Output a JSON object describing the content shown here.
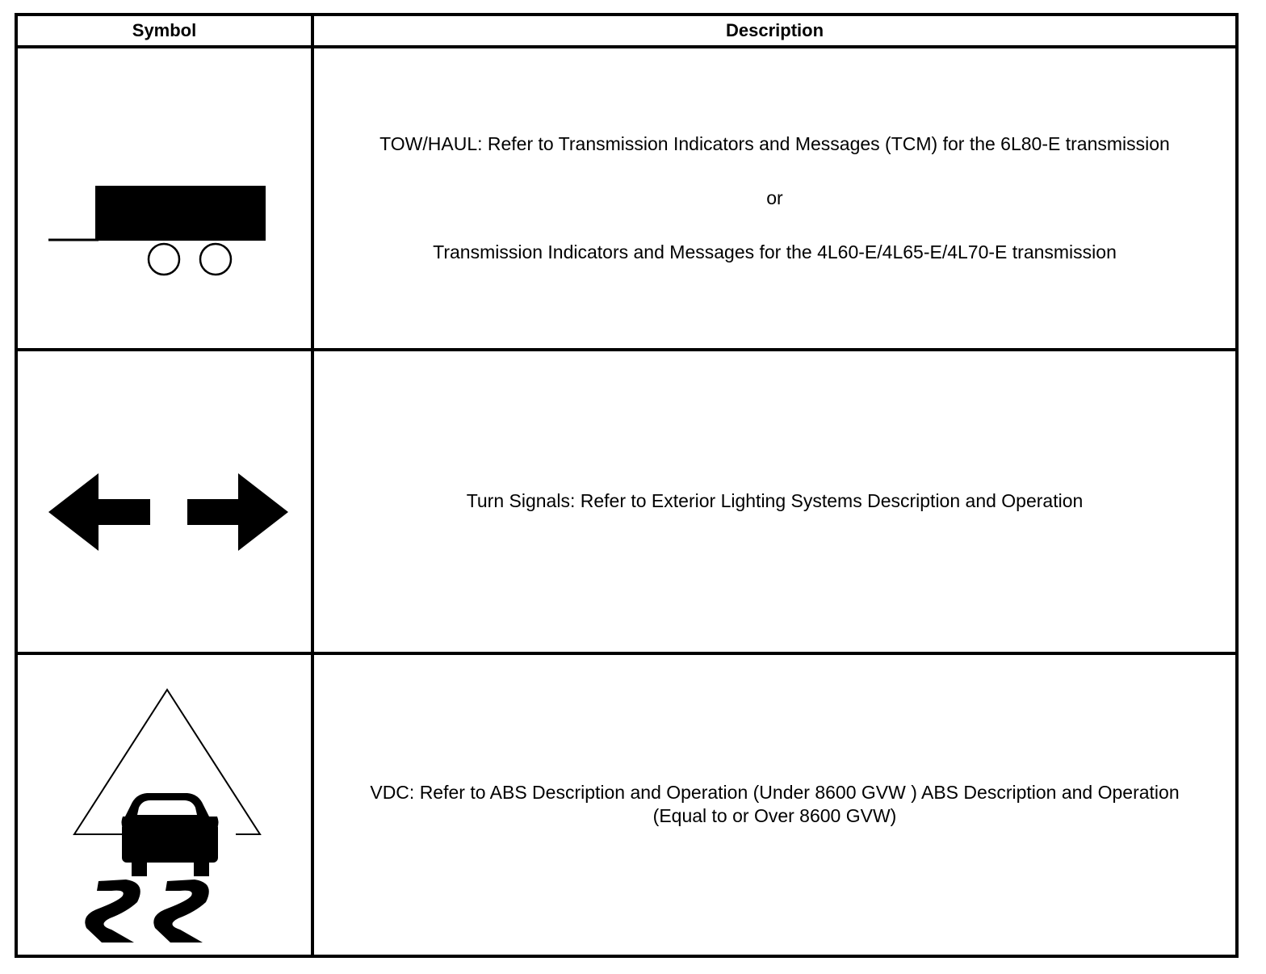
{
  "table": {
    "headers": {
      "symbol": "Symbol",
      "description": "Description"
    },
    "rows": [
      {
        "icon": "trailer-tow-haul-icon",
        "lines": [
          "TOW/HAUL: Refer to Transmission Indicators and Messages (TCM) for the 6L80-E transmission",
          "or",
          "Transmission Indicators and Messages for the 4L60-E/4L65-E/4L70-E transmission"
        ]
      },
      {
        "icon": "turn-signal-arrows-icon",
        "lines": [
          "Turn Signals: Refer to Exterior Lighting Systems Description and Operation"
        ]
      },
      {
        "icon": "vehicle-skid-warning-icon",
        "lines": [
          "VDC: Refer to ABS Description and Operation (Under 8600 GVW ) ABS Description and Operation",
          "(Equal to or Over 8600 GVW)"
        ]
      }
    ]
  }
}
